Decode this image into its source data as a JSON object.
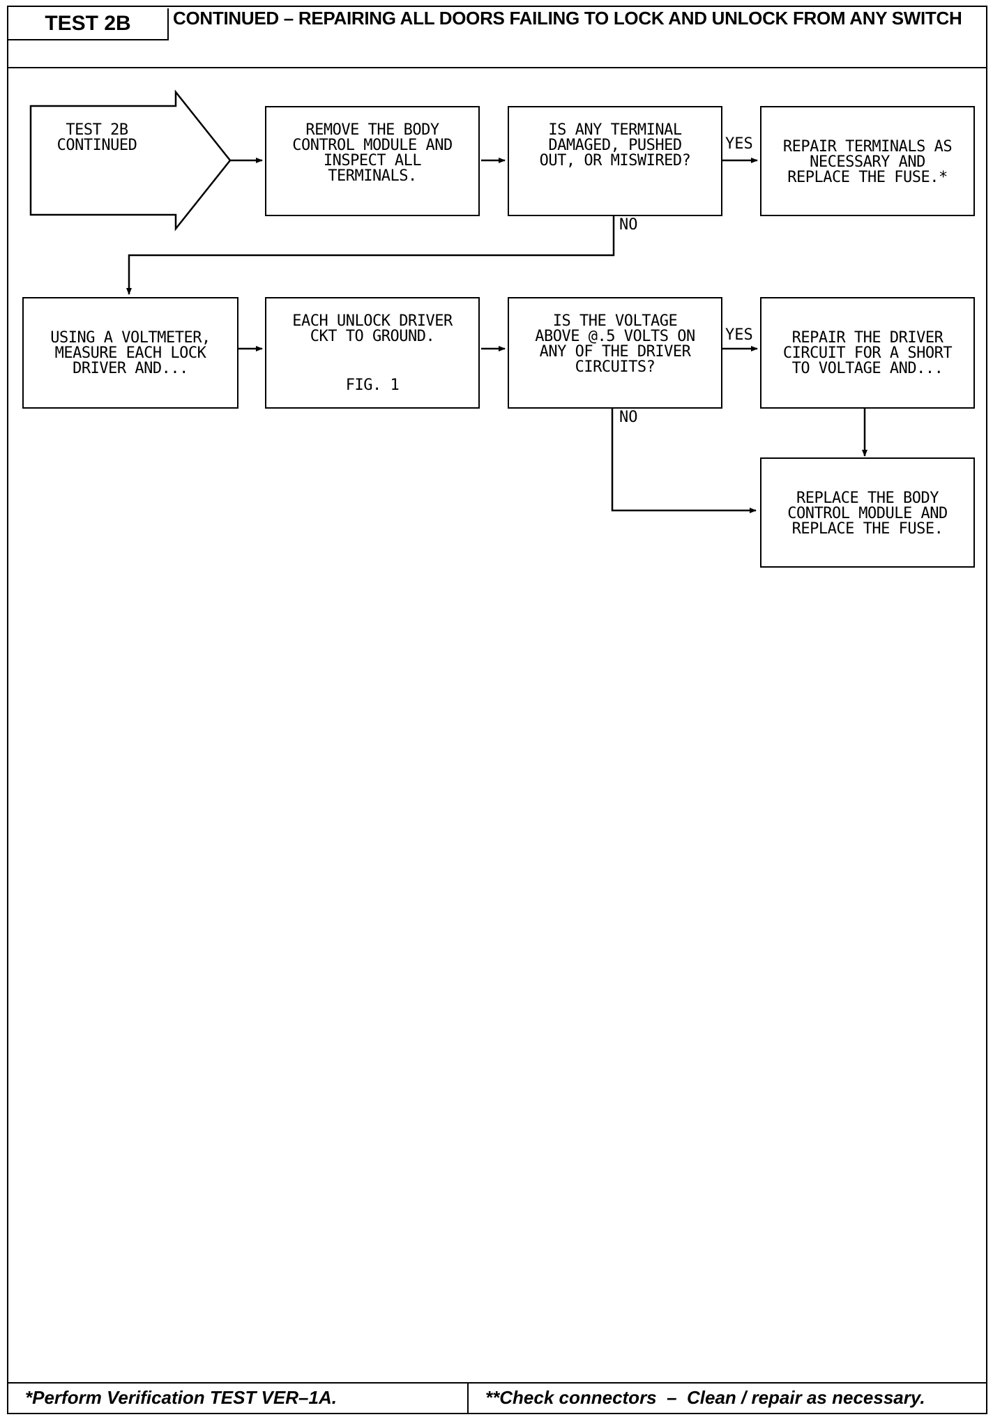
{
  "header": {
    "test_id": "TEST 2B",
    "title": "CONTINUED – REPAIRING ALL DOORS FAILING TO LOCK AND UNLOCK FROM ANY SWITCH"
  },
  "flowchart": {
    "start": "TEST 2B\nCONTINUED",
    "step_remove_bcm": "REMOVE THE BODY\nCONTROL MODULE AND\nINSPECT ALL\nTERMINALS.",
    "decision_terminal": "IS ANY TERMINAL\nDAMAGED, PUSHED\nOUT, OR MISWIRED?",
    "action_repair_terminals": "REPAIR TERMINALS AS\nNECESSARY AND\nREPLACE THE FUSE.*",
    "step_measure": "USING A VOLTMETER,\nMEASURE EACH LOCK\nDRIVER AND...",
    "step_each_unlock": "EACH UNLOCK DRIVER\nCKT TO GROUND.",
    "step_fig": "FIG. 1",
    "decision_voltage": "IS THE VOLTAGE\nABOVE @.5 VOLTS ON\nANY OF THE DRIVER\nCIRCUITS?",
    "action_repair_driver": "REPAIR THE DRIVER\nCIRCUIT FOR A SHORT\nTO VOLTAGE AND...",
    "action_replace_bcm": "REPLACE THE BODY\nCONTROL MODULE AND\nREPLACE THE FUSE.",
    "yes_label": "YES",
    "no_label": "NO"
  },
  "footer": {
    "left": "*Perform Verification TEST VER–1A.",
    "right": "**Check connectors  –  Clean / repair as necessary."
  }
}
